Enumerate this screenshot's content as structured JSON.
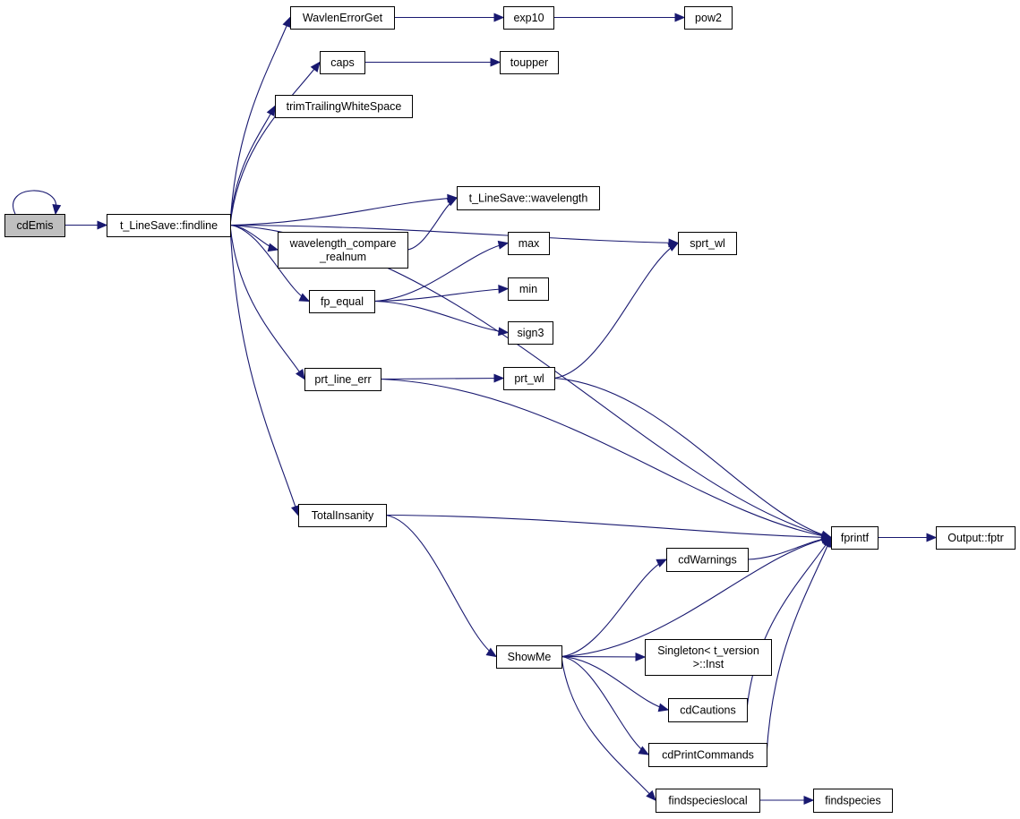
{
  "graph": {
    "nodes": [
      {
        "id": "cdEmis",
        "lines": [
          "cdEmis"
        ],
        "root": true
      },
      {
        "id": "findline",
        "lines": [
          "t_LineSave::findline"
        ]
      },
      {
        "id": "WavlenErrorGet",
        "lines": [
          "WavlenErrorGet"
        ]
      },
      {
        "id": "exp10",
        "lines": [
          "exp10"
        ]
      },
      {
        "id": "pow2",
        "lines": [
          "pow2"
        ]
      },
      {
        "id": "caps",
        "lines": [
          "caps"
        ]
      },
      {
        "id": "toupper",
        "lines": [
          "toupper"
        ]
      },
      {
        "id": "trim",
        "lines": [
          "trimTrailingWhiteSpace"
        ]
      },
      {
        "id": "wavelength",
        "lines": [
          "t_LineSave::wavelength"
        ]
      },
      {
        "id": "sprt_wl",
        "lines": [
          "sprt_wl"
        ]
      },
      {
        "id": "wlcompare",
        "lines": [
          "wavelength_compare",
          "_realnum"
        ]
      },
      {
        "id": "max",
        "lines": [
          "max"
        ]
      },
      {
        "id": "min",
        "lines": [
          "min"
        ]
      },
      {
        "id": "fp_equal",
        "lines": [
          "fp_equal"
        ]
      },
      {
        "id": "sign3",
        "lines": [
          "sign3"
        ]
      },
      {
        "id": "prt_line_err",
        "lines": [
          "prt_line_err"
        ]
      },
      {
        "id": "prt_wl",
        "lines": [
          "prt_wl"
        ]
      },
      {
        "id": "TotalInsanity",
        "lines": [
          "TotalInsanity"
        ]
      },
      {
        "id": "fprintf",
        "lines": [
          "fprintf"
        ]
      },
      {
        "id": "fptr",
        "lines": [
          "Output::fptr"
        ]
      },
      {
        "id": "cdWarnings",
        "lines": [
          "cdWarnings"
        ]
      },
      {
        "id": "ShowMe",
        "lines": [
          "ShowMe"
        ]
      },
      {
        "id": "Singleton",
        "lines": [
          "Singleton< t_version",
          ">::Inst"
        ]
      },
      {
        "id": "cdCautions",
        "lines": [
          "cdCautions"
        ]
      },
      {
        "id": "cdPrintCommands",
        "lines": [
          "cdPrintCommands"
        ]
      },
      {
        "id": "findspecieslocal",
        "lines": [
          "findspecieslocal"
        ]
      },
      {
        "id": "findspecies",
        "lines": [
          "findspecies"
        ]
      }
    ],
    "edges": [
      {
        "from": "cdEmis",
        "to": "cdEmis"
      },
      {
        "from": "cdEmis",
        "to": "findline"
      },
      {
        "from": "findline",
        "to": "WavlenErrorGet"
      },
      {
        "from": "findline",
        "to": "caps"
      },
      {
        "from": "findline",
        "to": "trim"
      },
      {
        "from": "findline",
        "to": "wavelength"
      },
      {
        "from": "findline",
        "to": "sprt_wl"
      },
      {
        "from": "findline",
        "to": "wlcompare"
      },
      {
        "from": "findline",
        "to": "fp_equal"
      },
      {
        "from": "findline",
        "to": "prt_line_err"
      },
      {
        "from": "findline",
        "to": "fprintf"
      },
      {
        "from": "findline",
        "to": "TotalInsanity"
      },
      {
        "from": "WavlenErrorGet",
        "to": "exp10"
      },
      {
        "from": "exp10",
        "to": "pow2"
      },
      {
        "from": "caps",
        "to": "toupper"
      },
      {
        "from": "wlcompare",
        "to": "wavelength"
      },
      {
        "from": "fp_equal",
        "to": "max"
      },
      {
        "from": "fp_equal",
        "to": "min"
      },
      {
        "from": "fp_equal",
        "to": "sign3"
      },
      {
        "from": "prt_line_err",
        "to": "prt_wl"
      },
      {
        "from": "prt_line_err",
        "to": "fprintf"
      },
      {
        "from": "prt_wl",
        "to": "sprt_wl"
      },
      {
        "from": "prt_wl",
        "to": "fprintf"
      },
      {
        "from": "TotalInsanity",
        "to": "fprintf"
      },
      {
        "from": "TotalInsanity",
        "to": "ShowMe"
      },
      {
        "from": "fprintf",
        "to": "fptr"
      },
      {
        "from": "ShowMe",
        "to": "cdWarnings"
      },
      {
        "from": "ShowMe",
        "to": "fprintf"
      },
      {
        "from": "ShowMe",
        "to": "Singleton"
      },
      {
        "from": "ShowMe",
        "to": "cdCautions"
      },
      {
        "from": "ShowMe",
        "to": "cdPrintCommands"
      },
      {
        "from": "ShowMe",
        "to": "findspecieslocal"
      },
      {
        "from": "cdWarnings",
        "to": "fprintf"
      },
      {
        "from": "cdCautions",
        "to": "fprintf"
      },
      {
        "from": "cdPrintCommands",
        "to": "fprintf"
      },
      {
        "from": "findspecieslocal",
        "to": "findspecies"
      }
    ]
  }
}
